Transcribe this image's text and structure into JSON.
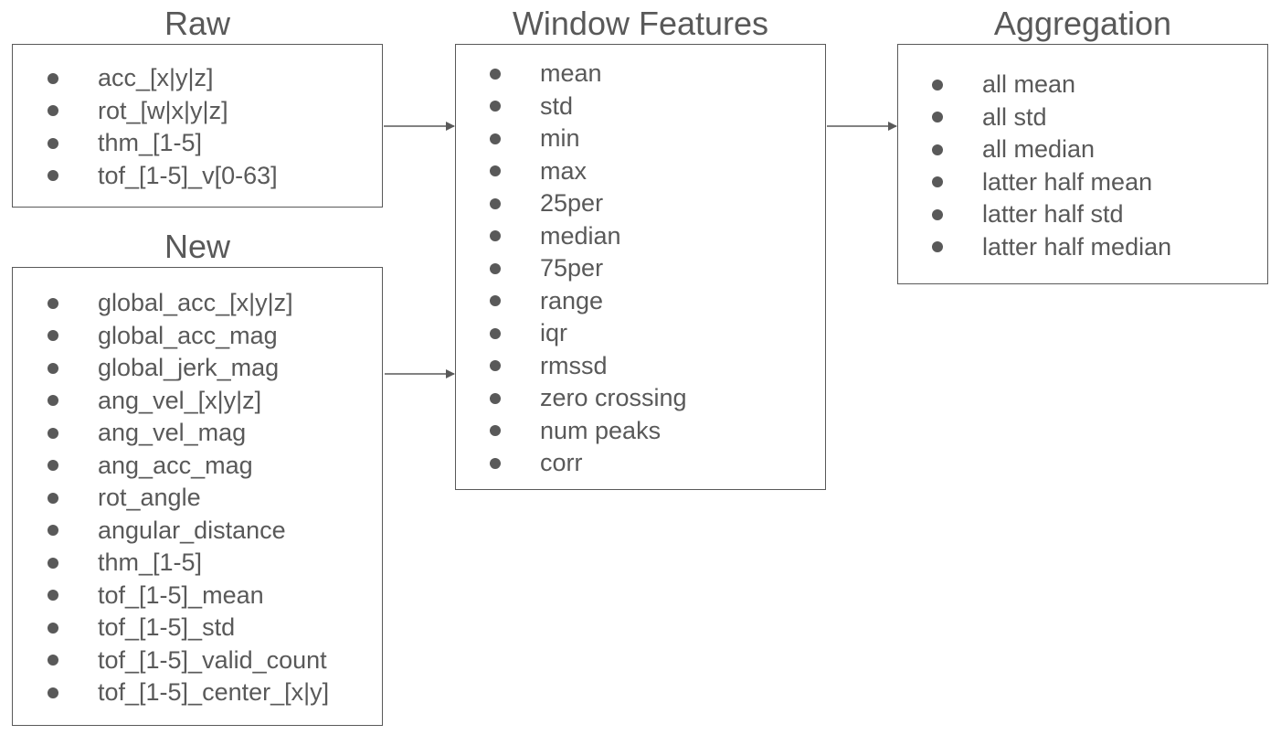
{
  "raw": {
    "title": "Raw",
    "items": [
      "acc_[x|y|z]",
      "rot_[w|x|y|z]",
      "thm_[1-5]",
      "tof_[1-5]_v[0-63]"
    ]
  },
  "new": {
    "title": "New",
    "items": [
      "global_acc_[x|y|z]",
      "global_acc_mag",
      "global_jerk_mag",
      "ang_vel_[x|y|z]",
      "ang_vel_mag",
      "ang_acc_mag",
      "rot_angle",
      "angular_distance",
      "thm_[1-5]",
      "tof_[1-5]_mean",
      "tof_[1-5]_std",
      "tof_[1-5]_valid_count",
      "tof_[1-5]_center_[x|y]"
    ]
  },
  "window_features": {
    "title": "Window Features",
    "items": [
      "mean",
      "std",
      "min",
      "max",
      "25per",
      "median",
      "75per",
      "range",
      "iqr",
      "rmssd",
      "zero crossing",
      "num peaks",
      "corr"
    ]
  },
  "aggregation": {
    "title": "Aggregation",
    "items": [
      "all mean",
      "all std",
      "all median",
      "latter half mean",
      "latter half std",
      "latter half median"
    ]
  },
  "colors": {
    "stroke": "#595959",
    "text": "#595959",
    "background": "#ffffff"
  }
}
